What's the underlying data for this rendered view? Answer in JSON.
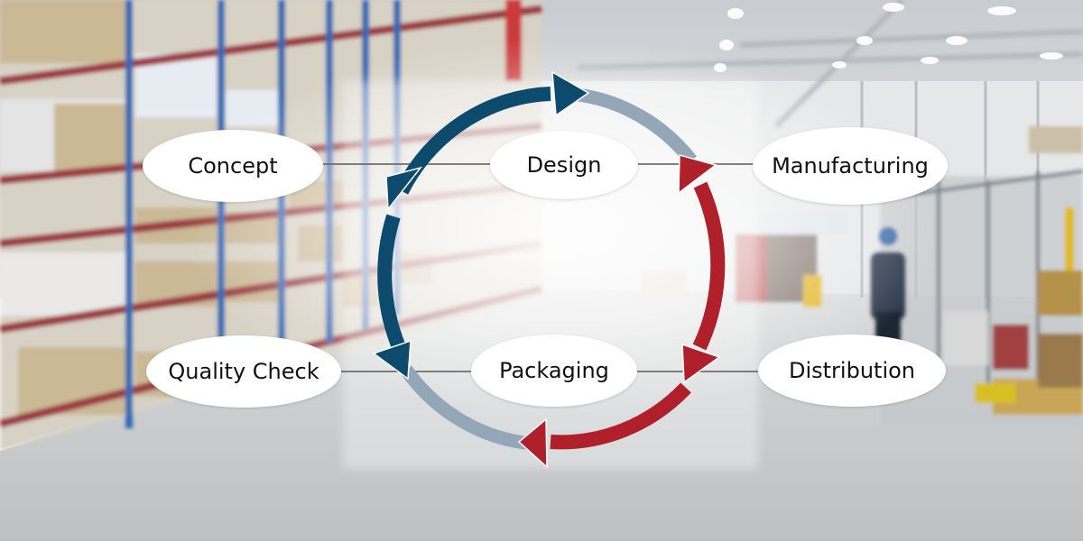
{
  "diagram": {
    "type": "cycle",
    "background": "warehouse-aisle-photo",
    "colors": {
      "blue_arrow": "#0c4a6e",
      "red_arrow": "#b0202a",
      "gray_segment": "#94a7b8",
      "node_fill": "#ffffff",
      "node_text": "#111111",
      "connector_line": "#6b6b6b"
    },
    "nodes": [
      {
        "id": "concept",
        "label": "Concept"
      },
      {
        "id": "design",
        "label": "Design"
      },
      {
        "id": "manufacturing",
        "label": "Manufacturing"
      },
      {
        "id": "quality_check",
        "label": "Quality Check"
      },
      {
        "id": "packaging",
        "label": "Packaging"
      },
      {
        "id": "distribution",
        "label": "Distribution"
      }
    ],
    "arrows": [
      {
        "color": "blue",
        "direction": "clockwise-top",
        "description": "left side up to top, arrowhead pointing right"
      },
      {
        "color": "blue",
        "direction": "counter-left",
        "description": "top-left down the left side, arrowheads pointing down-left"
      },
      {
        "color": "red",
        "direction": "right-side-up",
        "description": "bottom up the right side, arrowhead pointing up near Design/Manufacturing"
      },
      {
        "color": "red",
        "direction": "right-side-down",
        "description": "right side down to bottom, arrowhead pointing left near Packaging"
      }
    ]
  }
}
